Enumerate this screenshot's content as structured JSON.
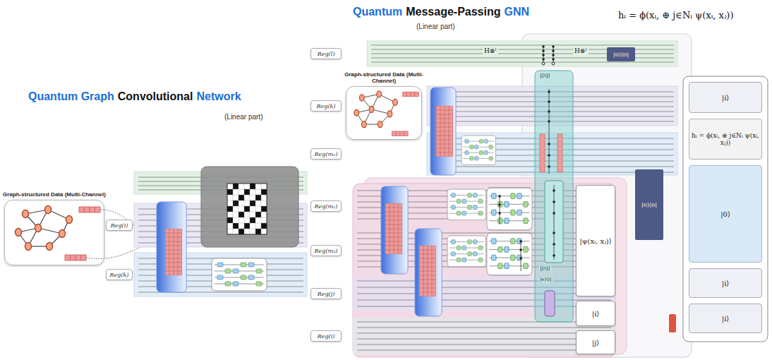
{
  "diagram": {
    "nodes": [
      {
        "text": [
          "Graph-structured Data (Multi-Channel)"
        ]
      },
      {
        "text": [
          "Reg(i)"
        ]
      },
      {
        "text": [
          "Reg(k)"
        ]
      },
      {
        "text": [
          "Graph-structured Data (Multi-Channel)"
        ]
      },
      {
        "text": [
          "Reg(l)"
        ]
      },
      {
        "text": [
          "Reg(k)"
        ]
      },
      {
        "text": [
          "Reg(m₁)"
        ]
      },
      {
        "text": [
          "Reg(m₂)"
        ]
      },
      {
        "text": [
          "Reg(m₃)"
        ]
      },
      {
        "text": [
          "Reg(j)"
        ]
      },
      {
        "text": [
          "Reg(i)"
        ]
      },
      {
        "text": [
          "|0⟩⟨0|"
        ]
      },
      {
        "text": [
          "|ψ(xᵢ, xⱼ)⟩"
        ]
      },
      {
        "text": [
          "|i⟩"
        ]
      },
      {
        "text": [
          "|j⟩"
        ]
      },
      {
        "text": [
          "|0⟩⟨0|"
        ]
      },
      {
        "text": [
          "|i⟩"
        ]
      },
      {
        "text": [
          "hᵢ = ϕ(xᵢ, ⊕ j∈Nᵢ ψ(xᵢ, xⱼ))"
        ]
      },
      {
        "text": [
          "|0⟩"
        ]
      },
      {
        "text": [
          "|i⟩"
        ]
      },
      {
        "text": [
          "|i⟩"
        ]
      }
    ],
    "labels": [
      "Quantum Graph",
      "Convolutional",
      "Network",
      "(Linear part)",
      "Quantum",
      "Message-Passing",
      "GNN",
      "(Linear part)",
      "hᵢ = ϕ(xᵢ, ⊕ j∈Nᵢ ψ(xᵢ, xⱼ))",
      "H⊗ˡ",
      "H⊗ˡ",
      "|j⟩⟨j|",
      "|j⟩⟨j|",
      "|e⟩⟨i|"
    ]
  }
}
